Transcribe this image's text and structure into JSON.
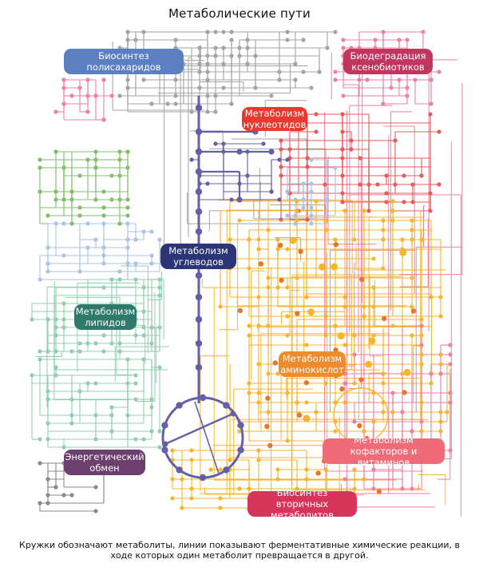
{
  "title": "Метаболические пути",
  "caption": "Кружки обозначают метаболиты, линии показывают ферментативные химические реакции, в ходе которых один метаболит превращается в другой.",
  "categories": [
    {
      "id": "polysaccharides",
      "label": "Биосинтез\nполисахаридов",
      "color": "#5b7fc0"
    },
    {
      "id": "xenobiotics",
      "label": "Биодеградация\nксенобиотиков",
      "color": "#c0365e"
    },
    {
      "id": "nucleotides",
      "label": "Метаболизм\nнуклеотидов",
      "color": "#e8392e"
    },
    {
      "id": "carbohydrates",
      "label": "Метаболизм\nуглеводов",
      "color": "#2c3577"
    },
    {
      "id": "lipids",
      "label": "Метаболизм\nлипидов",
      "color": "#2d7a6b"
    },
    {
      "id": "amino_acids",
      "label": "Метаболизм\nаминокислот",
      "color": "#ee8b2d"
    },
    {
      "id": "energy",
      "label": "Энергетический\nобмен",
      "color": "#6b3f6e"
    },
    {
      "id": "cofactors",
      "label": "Метаболизм\nкофакторов и витаминов",
      "color": "#f06b78"
    },
    {
      "id": "secondary",
      "label": "Биосинтез вторичных\nметаболитов",
      "color": "#d7345a"
    }
  ],
  "palette": {
    "gray": "#a3a3a3",
    "green": "#7fbf6a",
    "light_blue": "#a9c2ea",
    "teal": "#8fcfb0",
    "orange": "#f7b52b",
    "pink": "#f07fa3",
    "red": "#e95a5a",
    "hub": "#6460a8",
    "dark_gray": "#8a8a8a"
  }
}
